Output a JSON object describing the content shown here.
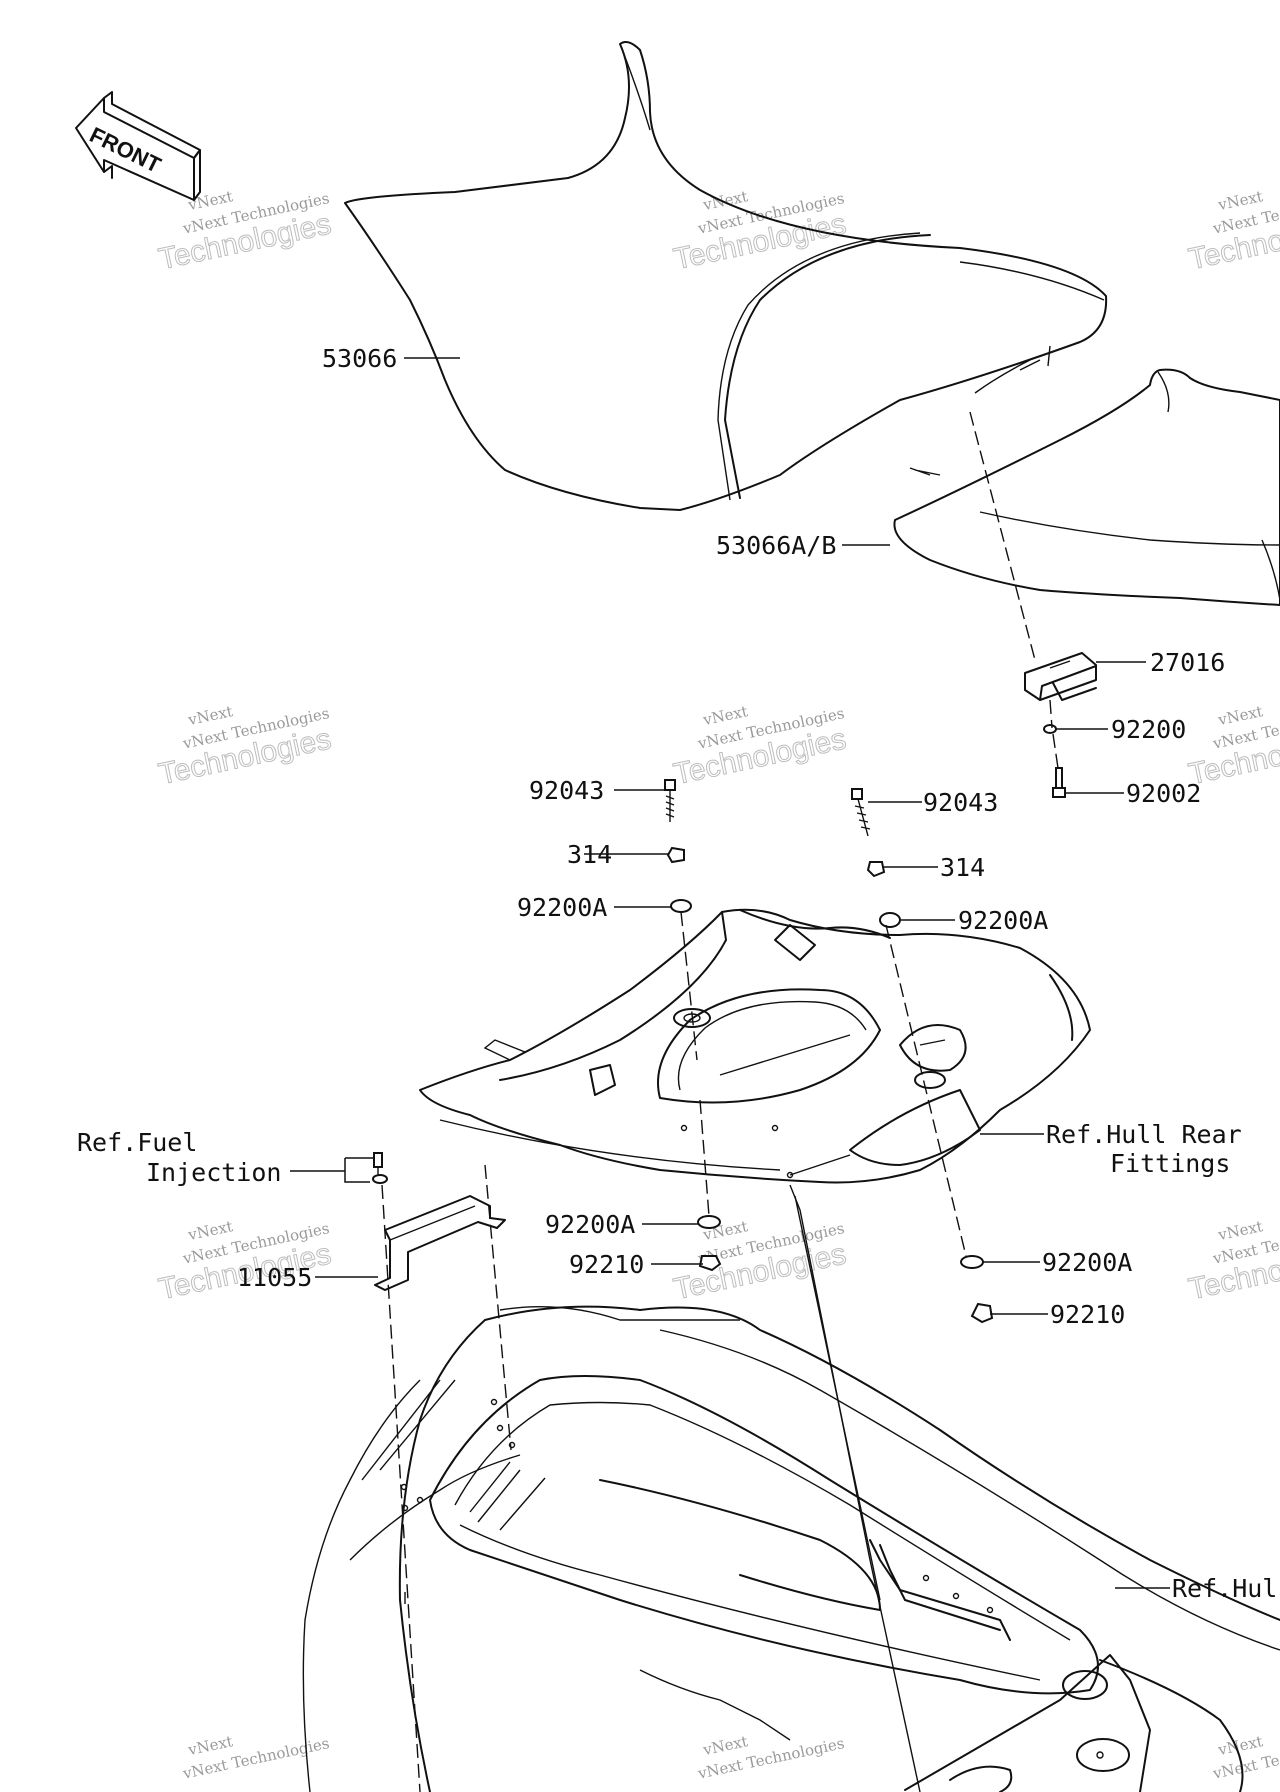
{
  "diagram": {
    "front_arrow": "FRONT",
    "watermark": {
      "line1": "vNext",
      "line2": "vNext Technologies",
      "line3": "Technologies"
    },
    "labels": {
      "l_53066": "53066",
      "l_53066ab": "53066A/B",
      "l_27016": "27016",
      "l_92200": "92200",
      "l_92002": "92002",
      "l_92043_left": "92043",
      "l_92043_right": "92043",
      "l_314_left": "314",
      "l_314_right": "314",
      "l_92200a_ul": "92200A",
      "l_92200a_ur": "92200A",
      "l_ref_hull_rear_1": "Ref.Hull Rear",
      "l_ref_hull_rear_2": "Fittings",
      "l_ref_fuel_1": "Ref.Fuel",
      "l_ref_fuel_2": "Injection",
      "l_11055": "11055",
      "l_92200a_ll": "92200A",
      "l_92210_left": "92210",
      "l_92200a_lr": "92200A",
      "l_92210_right": "92210",
      "l_ref_hull": "Ref.Hul"
    }
  }
}
